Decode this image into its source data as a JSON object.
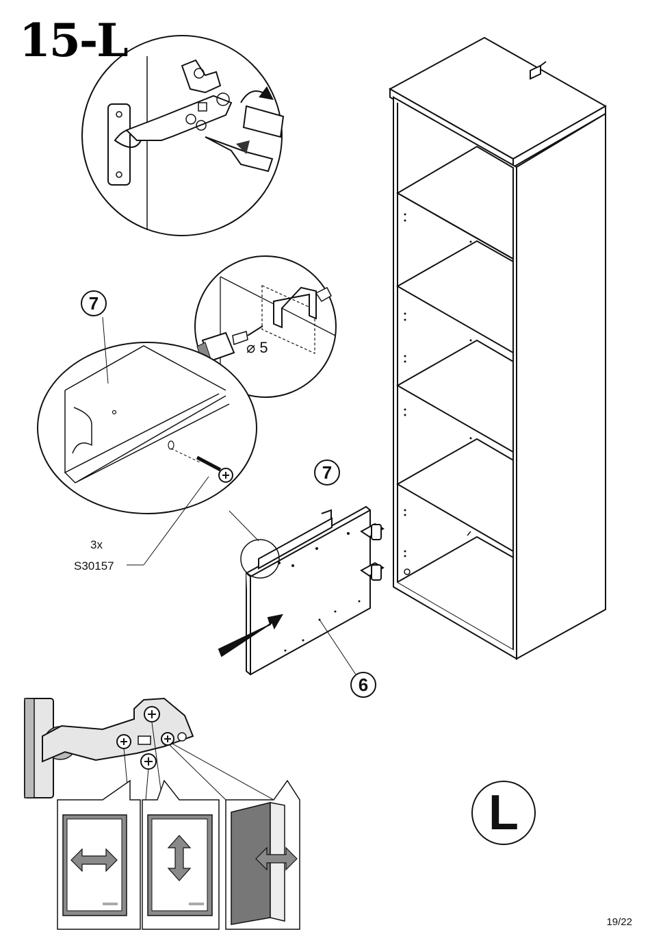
{
  "step": {
    "title": "15-L"
  },
  "parts": {
    "upper_part_label": "7",
    "door_part_label": "7",
    "panel_part_label": "6"
  },
  "screw": {
    "quantity": "3x",
    "code": "S30157"
  },
  "drill": {
    "diameter_symbol": "⌀",
    "diameter": "5"
  },
  "side_marker": "L",
  "page": "19/22",
  "icons": [
    "hinge-icon",
    "screwdriver-icon",
    "drill-icon",
    "screw-icon",
    "arrow-icon"
  ],
  "colors": {
    "ink": "#111111",
    "gray_fill": "#8a8a8a",
    "light_fill": "#e6e6e6"
  }
}
